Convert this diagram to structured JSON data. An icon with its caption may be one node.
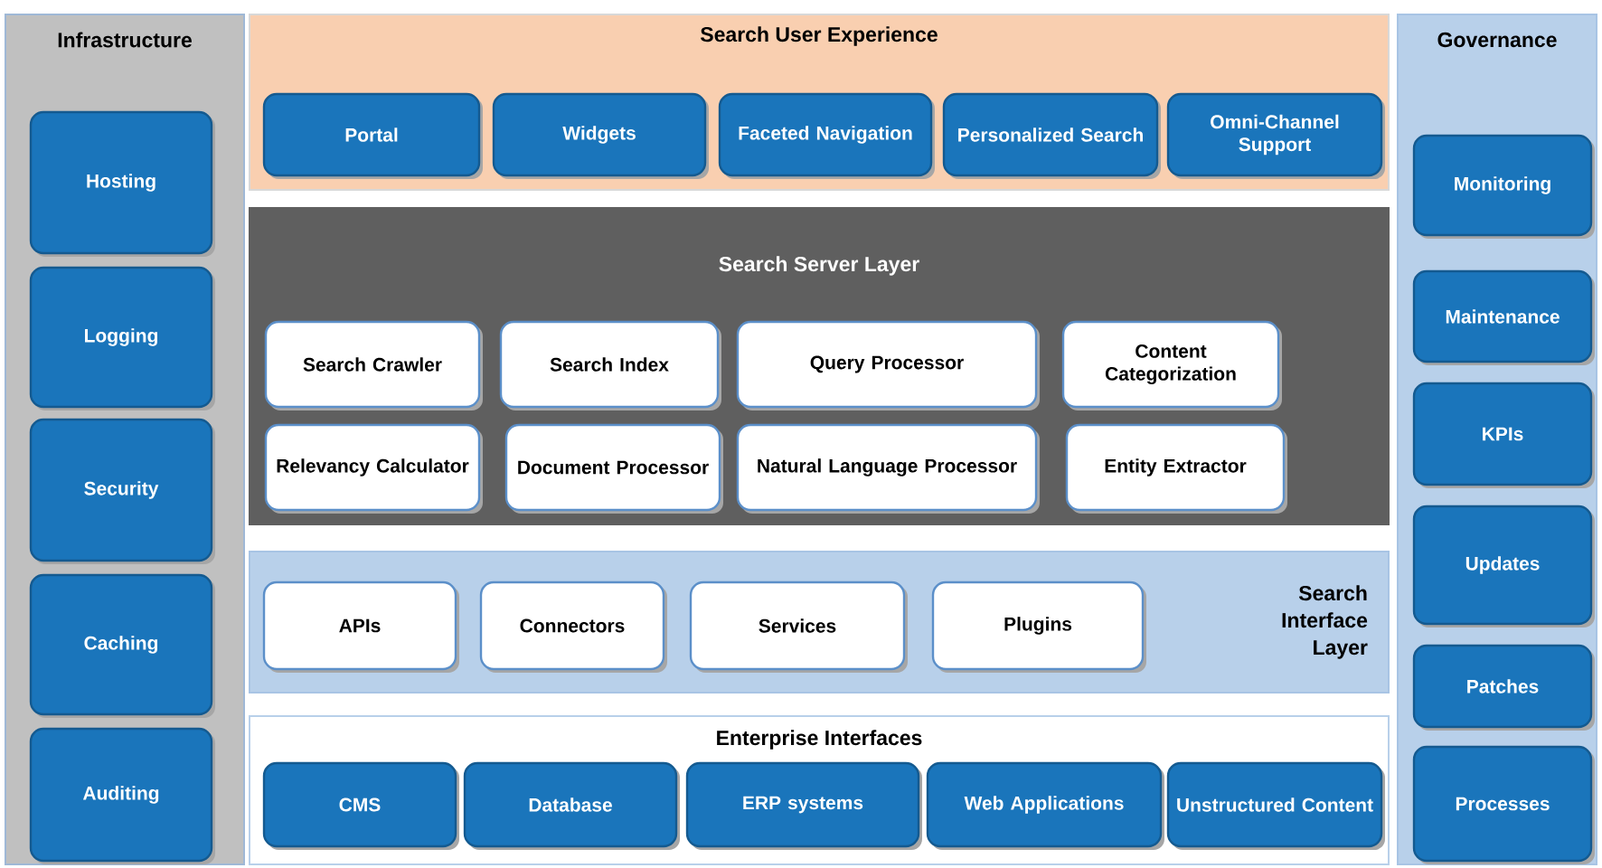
{
  "diagram": {
    "nodes": [
      {
        "text": [
          "Infrastructure"
        ]
      },
      {
        "text": [
          "Hosting"
        ],
        "in": 0
      },
      {
        "text": [
          "Logging"
        ],
        "in": 0
      },
      {
        "text": [
          "Security"
        ],
        "in": 0
      },
      {
        "text": [
          "Caching"
        ],
        "in": 0
      },
      {
        "text": [
          "Auditing"
        ],
        "in": 0
      },
      {
        "text": [
          "Search User Experience"
        ]
      },
      {
        "text": [
          "Portal"
        ],
        "in": 6
      },
      {
        "text": [
          "Widgets"
        ],
        "in": 6
      },
      {
        "text": [
          "Faceted Navigation"
        ],
        "in": 6
      },
      {
        "text": [
          "Personalized Search"
        ],
        "in": 6
      },
      {
        "text": [
          "Omni-Channel Support"
        ],
        "in": 6
      },
      {
        "text": [
          "Search Server Layer"
        ]
      },
      {
        "text": [
          "Search Crawler"
        ],
        "in": 12
      },
      {
        "text": [
          "Search Index"
        ],
        "in": 12
      },
      {
        "text": [
          "Query Processor"
        ],
        "in": 12
      },
      {
        "text": [
          "Content Categorization"
        ],
        "in": 12
      },
      {
        "text": [
          "Relevancy Calculator"
        ],
        "in": 12
      },
      {
        "text": [
          "Document Processor"
        ],
        "in": 12
      },
      {
        "text": [
          "Natural Language Processor"
        ],
        "in": 12
      },
      {
        "text": [
          "Entity Extractor"
        ],
        "in": 12
      },
      {
        "text": [
          "Search Interface Layer"
        ]
      },
      {
        "text": [
          "APIs"
        ],
        "in": 21
      },
      {
        "text": [
          "Connectors"
        ],
        "in": 21
      },
      {
        "text": [
          "Services"
        ],
        "in": 21
      },
      {
        "text": [
          "Plugins"
        ],
        "in": 21
      },
      {
        "text": [
          "Enterprise Interfaces"
        ]
      },
      {
        "text": [
          "CMS"
        ],
        "in": 26
      },
      {
        "text": [
          "Database"
        ],
        "in": 26
      },
      {
        "text": [
          "ERP systems"
        ],
        "in": 26
      },
      {
        "text": [
          "Web Applications"
        ],
        "in": 26
      },
      {
        "text": [
          "Unstructured Content"
        ],
        "in": 26
      },
      {
        "text": [
          "Governance"
        ]
      },
      {
        "text": [
          "Monitoring"
        ],
        "in": 32
      },
      {
        "text": [
          "Maintenance"
        ],
        "in": 32
      },
      {
        "text": [
          "KPIs"
        ],
        "in": 32
      },
      {
        "text": [
          "Updates"
        ],
        "in": 32
      },
      {
        "text": [
          "Patches"
        ],
        "in": 32
      },
      {
        "text": [
          "Processes"
        ],
        "in": 32
      }
    ]
  }
}
